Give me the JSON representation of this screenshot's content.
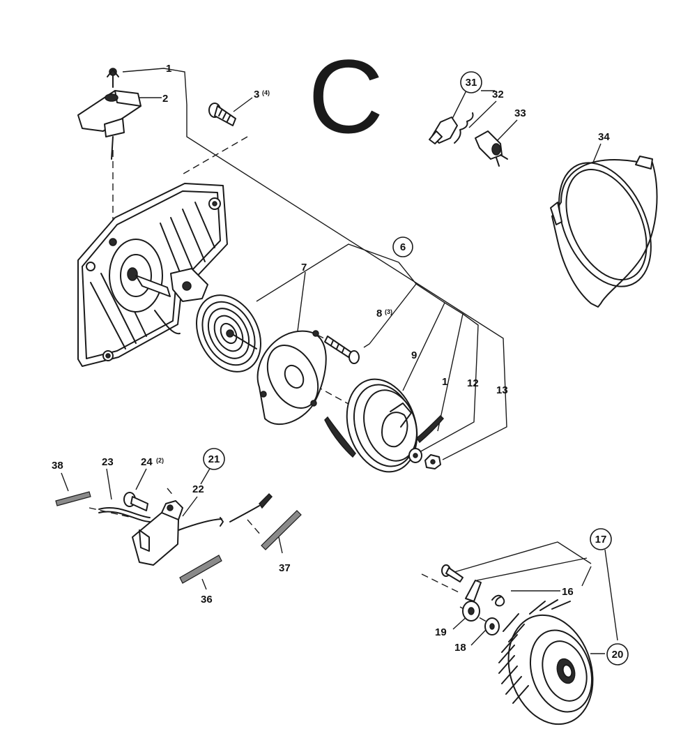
{
  "section_letter": "C",
  "callouts": [
    {
      "id": "c1a",
      "number": "1"
    },
    {
      "id": "c2",
      "number": "2"
    },
    {
      "id": "c3",
      "number": "3",
      "suffix": "(4)"
    },
    {
      "id": "c6",
      "number": "6",
      "circled": true
    },
    {
      "id": "c7",
      "number": "7"
    },
    {
      "id": "c8",
      "number": "8",
      "suffix": "(3)"
    },
    {
      "id": "c9",
      "number": "9"
    },
    {
      "id": "c1b",
      "number": "1"
    },
    {
      "id": "c12",
      "number": "12"
    },
    {
      "id": "c13",
      "number": "13"
    },
    {
      "id": "c16",
      "number": "16"
    },
    {
      "id": "c17",
      "number": "17",
      "circled": true
    },
    {
      "id": "c18",
      "number": "18"
    },
    {
      "id": "c19",
      "number": "19"
    },
    {
      "id": "c20",
      "number": "20",
      "circled": true
    },
    {
      "id": "c21",
      "number": "21",
      "circled": true
    },
    {
      "id": "c22",
      "number": "22"
    },
    {
      "id": "c23",
      "number": "23"
    },
    {
      "id": "c24",
      "number": "24",
      "suffix": "(2)"
    },
    {
      "id": "c31",
      "number": "31",
      "circled": true
    },
    {
      "id": "c32",
      "number": "32"
    },
    {
      "id": "c33",
      "number": "33"
    },
    {
      "id": "c34",
      "number": "34"
    },
    {
      "id": "c36",
      "number": "36"
    },
    {
      "id": "c37",
      "number": "37"
    },
    {
      "id": "c38",
      "number": "38"
    }
  ]
}
